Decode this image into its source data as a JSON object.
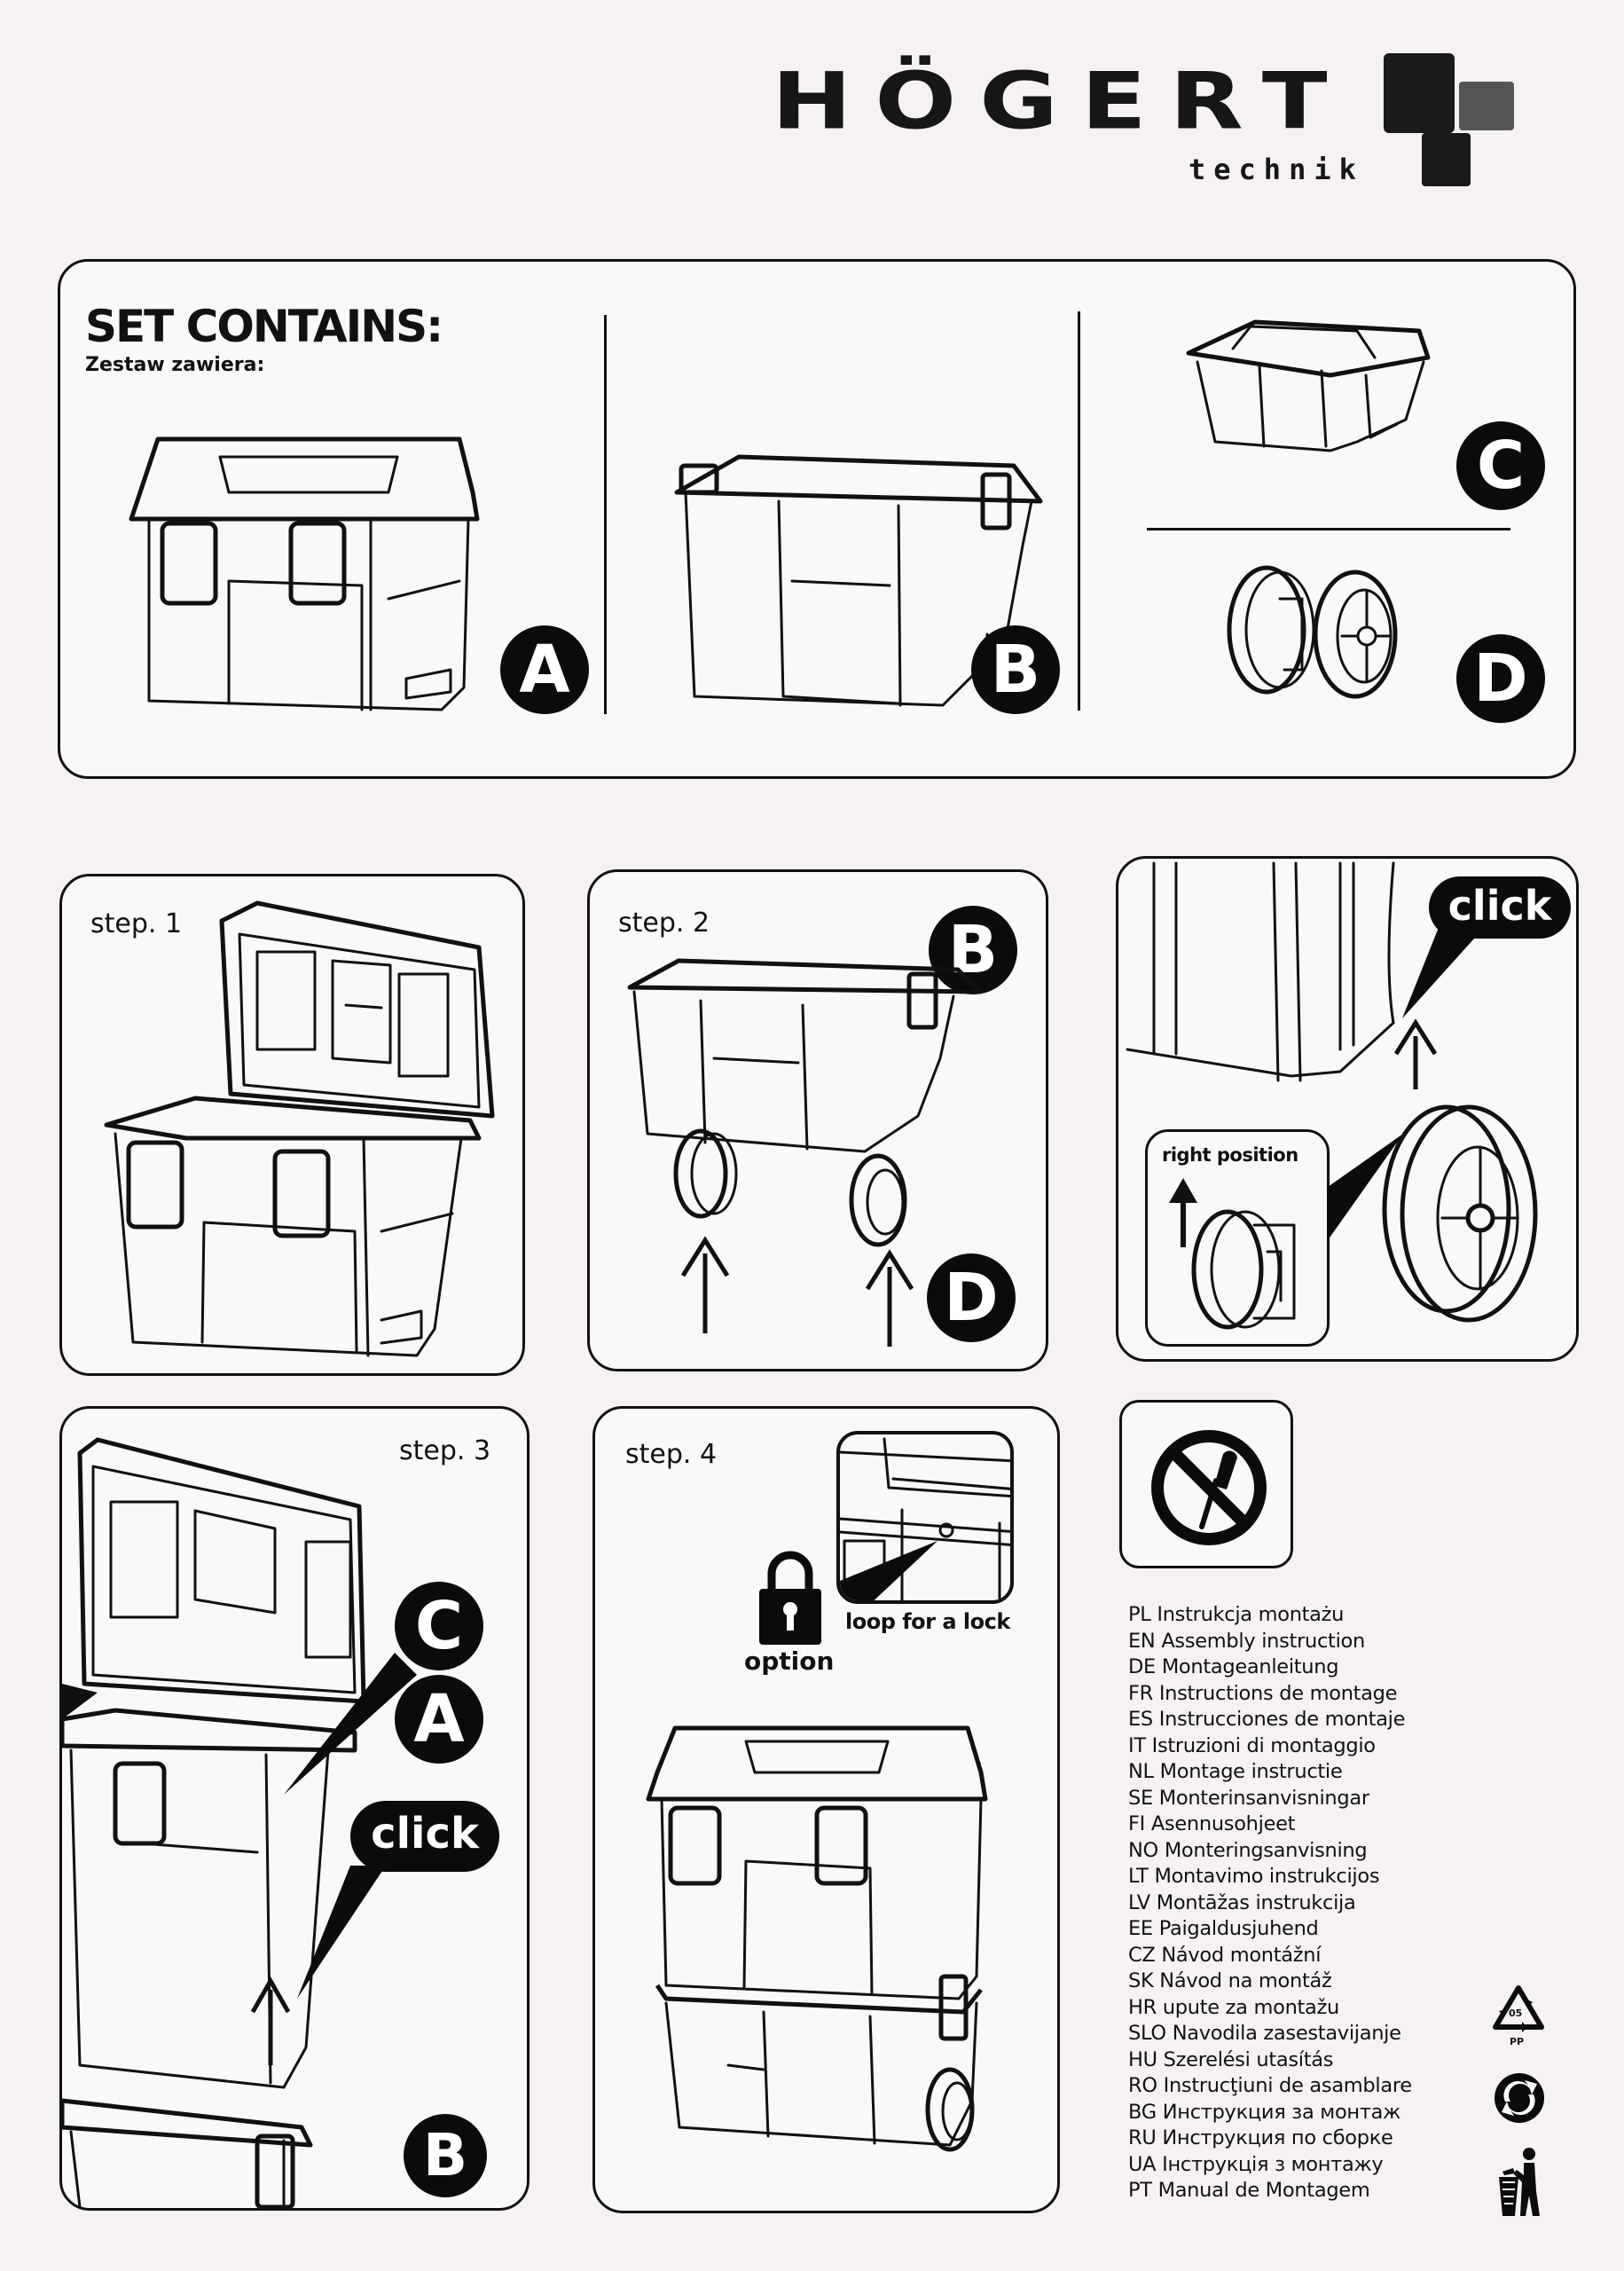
{
  "brand": {
    "name": "HÖGERT",
    "sub": "technik"
  },
  "set_contains": {
    "title": "SET CONTAINS:",
    "subtitle": "Zestaw zawiera:",
    "parts": [
      {
        "label": "A",
        "item": "toolbox-with-lid"
      },
      {
        "label": "B",
        "item": "wheeled-base-box"
      },
      {
        "label": "C",
        "item": "inner-tray"
      },
      {
        "label": "D",
        "item": "wheels"
      }
    ]
  },
  "steps": {
    "step1": {
      "label": "step. 1"
    },
    "step2": {
      "label": "step. 2",
      "badge_top": "B",
      "badge_bottom": "D"
    },
    "wheel_detail": {
      "click": "click",
      "right_position": "right position"
    },
    "step3": {
      "label": "step. 3",
      "badge_c": "C",
      "badge_a": "A",
      "click": "click",
      "badge_b": "B"
    },
    "step4": {
      "label": "step. 4",
      "option": "option",
      "loop": "loop for a lock"
    }
  },
  "warning": {
    "icon": "no-tools-icon"
  },
  "languages": [
    {
      "code": "PL",
      "text": "Instrukcja montażu"
    },
    {
      "code": "EN",
      "text": "Assembly instruction"
    },
    {
      "code": "DE",
      "text": "Montageanleitung"
    },
    {
      "code": "FR",
      "text": "Instructions de montage"
    },
    {
      "code": "ES",
      "text": "Instrucciones de montaje"
    },
    {
      "code": "IT",
      "text": "Istruzioni di montaggio"
    },
    {
      "code": "NL",
      "text": "Montage instructie"
    },
    {
      "code": "SE",
      "text": "Monterinsanvisningar"
    },
    {
      "code": "FI",
      "text": "Asennusohjeet"
    },
    {
      "code": "NO",
      "text": "Monteringsanvisning"
    },
    {
      "code": "LT",
      "text": "Montavimo instrukcijos"
    },
    {
      "code": "LV",
      "text": "Montāžas instrukcija"
    },
    {
      "code": "EE",
      "text": "Paigaldusjuhend"
    },
    {
      "code": "CZ",
      "text": "Návod montážní"
    },
    {
      "code": "SK",
      "text": "Návod na montáž"
    },
    {
      "code": "HR",
      "text": "upute za montažu"
    },
    {
      "code": "SLO",
      "text": "Navodila zasestavijanje"
    },
    {
      "code": "HU",
      "text": "Szerelési utasítás"
    },
    {
      "code": "RO",
      "text": "Instrucţiuni de asamblare"
    },
    {
      "code": "BG",
      "text": "Инструкция за монтаж"
    },
    {
      "code": "RU",
      "text": "Инструкция по сборке"
    },
    {
      "code": "UA",
      "text": "Інструкція з монтажу"
    },
    {
      "code": "PT",
      "text": "Manual de Montagem"
    }
  ],
  "recycling": {
    "code": "05",
    "material": "PP",
    "icons": [
      "recycle-pp-icon",
      "green-dot-icon",
      "tidyman-icon"
    ]
  }
}
